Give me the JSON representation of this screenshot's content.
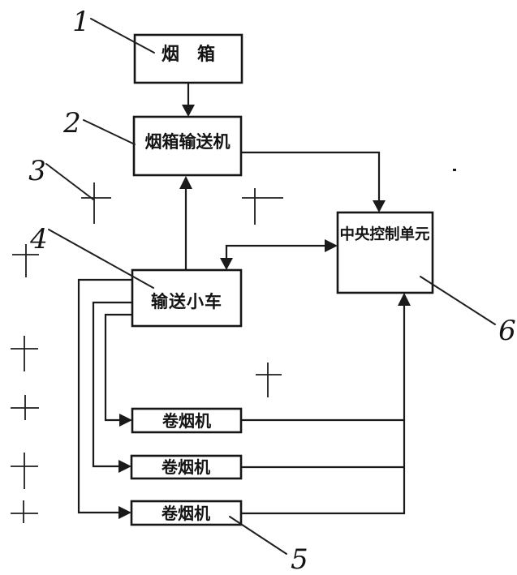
{
  "figure": {
    "background_color": "#ffffff",
    "ink_color": "#1a1a1a",
    "nodes": {
      "smoke_box": {
        "label": "烟　箱"
      },
      "smoke_box_conveyor": {
        "label": "烟箱输送机"
      },
      "transport_cart": {
        "label": "输送小车"
      },
      "central_control_unit": {
        "label": "中央控制单元"
      },
      "cigarette_machine_1": {
        "label": "卷烟机"
      },
      "cigarette_machine_2": {
        "label": "卷烟机"
      },
      "cigarette_machine_3": {
        "label": "卷烟机"
      }
    },
    "ref_numbers": {
      "n1": "1",
      "n2": "2",
      "n3": "3",
      "n4": "4",
      "n5": "5",
      "n6": "6"
    }
  }
}
